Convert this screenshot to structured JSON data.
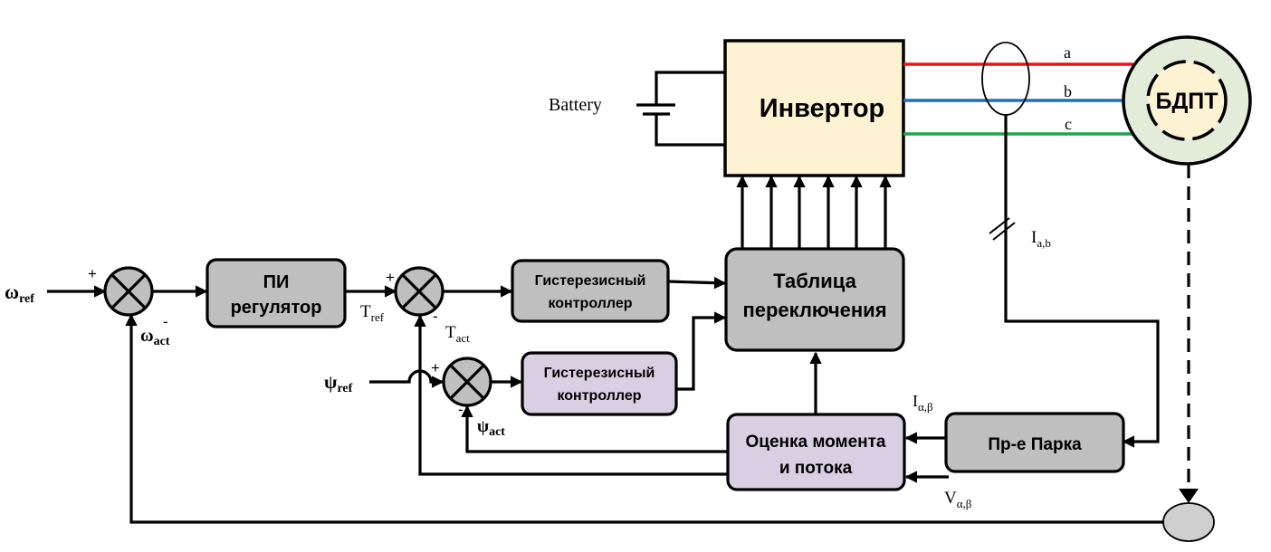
{
  "colors": {
    "phase_a": "#e8161b",
    "phase_b": "#1f6fc1",
    "phase_c": "#18a84e",
    "inverter_fill": "#fdf2d1",
    "gray_block": "#bfbfbf",
    "purple_block": "#d9cfe3",
    "motor_fill": "#e3ecd9",
    "sensor_fill": "#cfcfcf"
  },
  "blocks": {
    "inverter": "Инвертор",
    "pi_line1": "ПИ",
    "pi_line2": "регулятор",
    "hyst1_line1": "Гистерезисный",
    "hyst1_line2": "контроллер",
    "hyst2_line1": "Гистерезисный",
    "hyst2_line2": "контроллер",
    "table_line1": "Таблица",
    "table_line2": "переключения",
    "estimator_line1": "Оценка момента",
    "estimator_line2": "и потока",
    "park": "Пр-е Парка",
    "motor": "БДПТ"
  },
  "labels": {
    "battery": "Battery",
    "phase_a": "a",
    "phase_b": "b",
    "phase_c": "c",
    "omega": "ω",
    "omega_ref_sub": "ref",
    "omega_act_sub": "act",
    "T": "T",
    "T_ref_sub": "ref",
    "T_act_sub": "act",
    "psi": "ψ",
    "psi_ref_sub": "ref",
    "psi_act_sub": "act",
    "I": "I",
    "I_ab_sub": "a,b",
    "I_alphabeta_sub": "α,β",
    "V": "V",
    "V_alphabeta_sub": "α,β",
    "plus": "+",
    "minus": "-"
  }
}
